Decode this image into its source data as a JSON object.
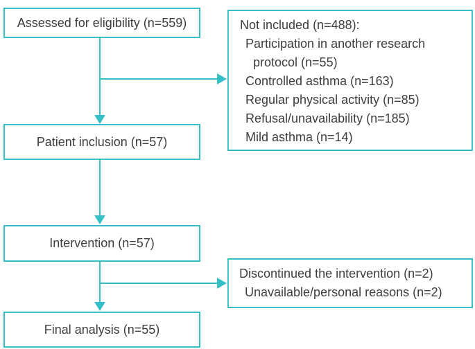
{
  "colors": {
    "accent": "#35bfc7",
    "text": "#3d3d3d",
    "background": "#ffffff"
  },
  "diagram": {
    "type": "patient-flow-chart",
    "boxes": {
      "assessed": {
        "label": "Assessed for eligibility (n=559)"
      },
      "not_included": {
        "lines": [
          "Not included (n=488):",
          "Participation in another research",
          "protocol (n=55)",
          "Controlled asthma (n=163)",
          "Regular physical activity (n=85)",
          "Refusal/unavailability (n=185)",
          "Mild asthma (n=14)"
        ]
      },
      "patient_inclusion": {
        "label": "Patient inclusion (n=57)"
      },
      "intervention": {
        "label": "Intervention (n=57)"
      },
      "discontinued": {
        "lines": [
          "Discontinued the intervention (n=2)",
          "Unavailable/personal reasons (n=2)"
        ]
      },
      "final_analysis": {
        "label": "Final analysis (n=55)"
      }
    }
  }
}
